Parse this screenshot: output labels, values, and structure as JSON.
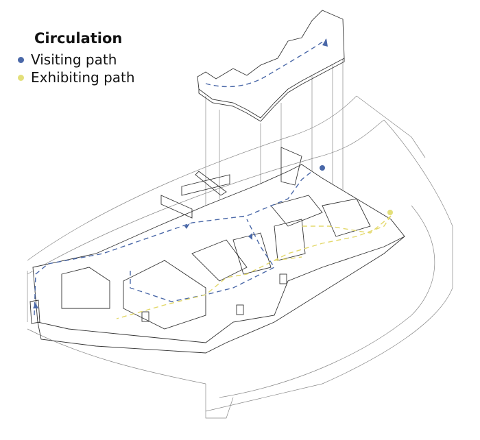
{
  "legend": {
    "title": "Circulation",
    "items": [
      {
        "label": "Visiting path",
        "color": "#4a68a8"
      },
      {
        "label": "Exhibiting path",
        "color": "#e3df7a"
      }
    ]
  }
}
